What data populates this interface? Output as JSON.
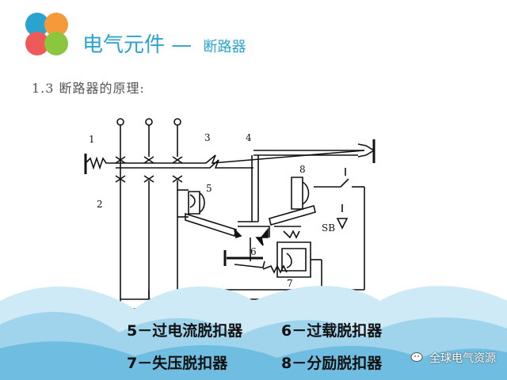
{
  "header": {
    "title": "电气元件 —",
    "subtitle": "断路器"
  },
  "section_heading": "1.3 断路器的原理:",
  "diagram_labels": {
    "n1": "1",
    "n2": "2",
    "n3": "3",
    "n4": "4",
    "n5": "5",
    "n6": "6",
    "n7": "7",
    "n8": "8",
    "sb": "SB"
  },
  "legend": [
    {
      "text": "5－过电流脱扣器"
    },
    {
      "text": "6－过载脱扣器"
    },
    {
      "text": "7－失压脱扣器"
    },
    {
      "text": "8－分励脱扣器"
    }
  ],
  "watermark": "全球电气资源",
  "colors": {
    "accent": "#2aa3cf",
    "wave_light": "#cdeaf6",
    "wave_mid": "#9fd4ec",
    "wave_dark": "#6fbde0",
    "logo_blue": "#2aa3cf",
    "logo_orange": "#f59a3a",
    "logo_red": "#ee5a5a",
    "logo_green": "#8cc63f"
  }
}
